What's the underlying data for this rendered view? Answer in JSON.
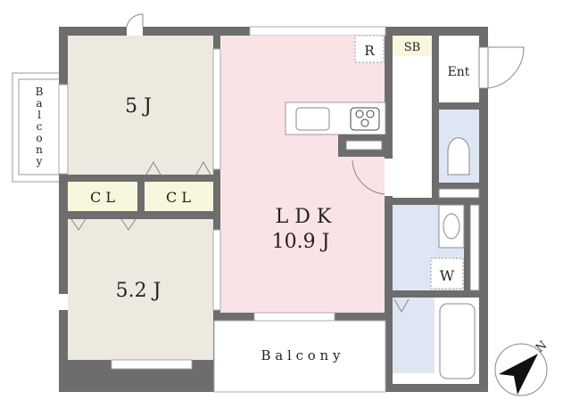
{
  "rooms": {
    "western1": {
      "size": "5 J"
    },
    "closet1": {
      "label": "C L"
    },
    "closet2": {
      "label": "C L"
    },
    "western2": {
      "size": "5.2 J"
    },
    "ldk": {
      "label": "L D K",
      "size": "10.9 J"
    },
    "balcony_south": {
      "label": "B a l c o n y"
    },
    "balcony_west": {
      "label": [
        "B",
        "a",
        "l",
        "c",
        "o",
        "n",
        "y"
      ]
    },
    "refrigerator": {
      "label": "R"
    },
    "shoe_box": {
      "label": "SB"
    },
    "entrance": {
      "label": "Ent"
    },
    "washer": {
      "label": "W"
    }
  },
  "compass": {
    "label": "N"
  },
  "colors": {
    "wall": "#6d6d6d",
    "western_floor": "#ede9df",
    "closet_floor": "#f8f6dc",
    "ldk_floor": "#fae3e6",
    "wet_floor": "#dfe6f3"
  }
}
